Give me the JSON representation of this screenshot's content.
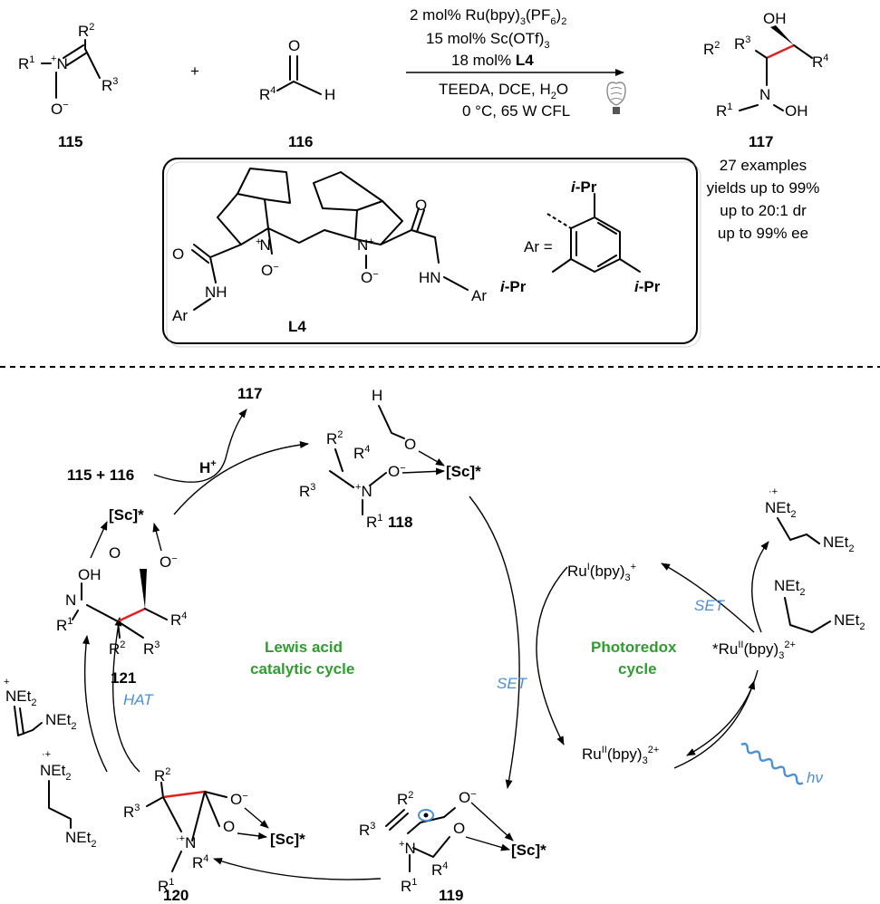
{
  "reaction": {
    "conditions": [
      "2 mol% Ru(bpy)",
      "3",
      "(PF",
      "6",
      ")",
      "2",
      "15 mol% Sc(OTf)",
      "3",
      "18 mol% ",
      "L4",
      "TEEDA, DCE, H",
      "2",
      "O",
      "0 °C, 65 W CFL"
    ],
    "compound_labels": {
      "c115": "115",
      "c116": "116",
      "c117": "117",
      "l4": "L4"
    },
    "product_summary": [
      "27 examples",
      "yields up to 99%",
      "up to 20:1 dr",
      "up to 99% ee"
    ],
    "ar_label": "Ar ="
  },
  "cycle": {
    "lewis": [
      "Lewis acid",
      "catalytic cycle"
    ],
    "photo": [
      "Photoredox",
      "cycle"
    ],
    "set_left": "SET",
    "set_right": "SET",
    "hat": "HAT",
    "hnu": "hν",
    "reagents": "115 + 116",
    "proton": "H",
    "proton_charge": "+",
    "product": "117",
    "labels": {
      "c118": "118",
      "c119": "119",
      "c120": "120",
      "c121": "121"
    },
    "sc": "[Sc]*",
    "ru1": [
      "Ru",
      "I",
      "(bpy)",
      "3",
      "+"
    ],
    "ru2": [
      "Ru",
      "II",
      "(bpy)",
      "3",
      "2+"
    ],
    "ru2ex": [
      "*Ru",
      "II",
      "(bpy)",
      "3",
      "2+"
    ]
  },
  "colors": {
    "blue": "#4a90d9",
    "green": "#2e9e2e",
    "red": "#e02020"
  }
}
